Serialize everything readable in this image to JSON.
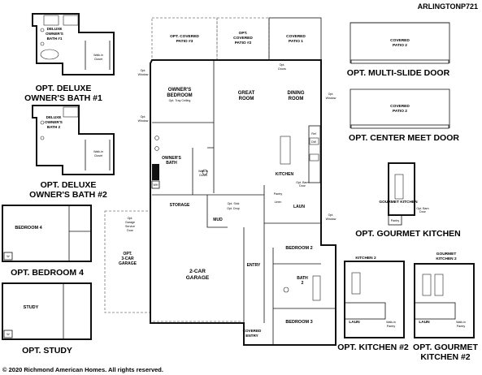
{
  "plan_code": "ARLINGTONP721",
  "copyright": "© 2020 Richmond American Homes. All rights reserved.",
  "captions": {
    "deluxe_bath_1": [
      "OPT. DELUXE",
      "OWNER'S BATH #1"
    ],
    "deluxe_bath_2": [
      "OPT. DELUXE",
      "OWNER'S BATH #2"
    ],
    "bedroom_4": "OPT. BEDROOM 4",
    "study": "OPT. STUDY",
    "multi_slide": "OPT. MULTI-SLIDE DOOR",
    "center_meet": "OPT. CENTER MEET DOOR",
    "gourmet_kitchen": "OPT. GOURMET KITCHEN",
    "kitchen_2": "OPT. KITCHEN #2",
    "gourmet_kitchen_2": [
      "OPT. GOURMET",
      "KITCHEN #2"
    ]
  },
  "rooms": {
    "owners_bedroom": [
      "OWNER'S",
      "BEDROOM"
    ],
    "owners_bedroom_note": "Opt. Tray Ceiling",
    "great_room": [
      "GREAT",
      "ROOM"
    ],
    "dining_room": [
      "DINING",
      "ROOM"
    ],
    "owners_bath": [
      "OWNER'S",
      "BATH"
    ],
    "kitchen": "KITCHEN",
    "storage": "STORAGE",
    "garage": [
      "2-CAR",
      "GARAGE"
    ],
    "opt_garage": [
      "OPT.",
      "3-CAR",
      "GARAGE"
    ],
    "mud": "MUD",
    "laun": "LAUN",
    "entry": "ENTRY",
    "covered_entry": [
      "COVERED",
      "ENTRY"
    ],
    "bedroom_2": "BEDROOM 2",
    "bedroom_3": "BEDROOM 3",
    "bath_2": [
      "BATH",
      "2"
    ],
    "bedroom_4": "BEDROOM 4",
    "study": "STUDY",
    "deluxe_bath_1": [
      "DELUXE",
      "OWNER'S",
      "BATH #1"
    ],
    "deluxe_bath_2": [
      "DELUXE",
      "OWNER'S",
      "BATH 2"
    ],
    "gourmet_kitchen": "GOURMET KITCHEN",
    "kitchen_2": "KITCHEN 2",
    "gourmet_kitchen_2": [
      "GOURMET",
      "KITCHEN 2"
    ]
  },
  "patios": {
    "covered_3": [
      "OPT. COVERED",
      "PATIO #3"
    ],
    "covered_2": [
      "OPT.",
      "COVERED",
      "PATIO #2"
    ],
    "covered_1": [
      "COVERED",
      "PATIO 1"
    ],
    "multi_slide": [
      "COVERED",
      "PATIO 2"
    ],
    "center_meet": [
      "COVERED",
      "PATIO 2"
    ]
  },
  "labels": {
    "walk_in_closet": [
      "Walk-in",
      "Closet"
    ],
    "opt_window": [
      "Opt.",
      "Window"
    ],
    "opt_doors": [
      "Opt.",
      "Doors"
    ],
    "opt_barn_door": [
      "Opt. Barn",
      "Door"
    ],
    "pantry": "Pantry",
    "linen": "Linen",
    "ref": "Ref",
    "dw": "DW",
    "wh": "WH",
    "w": "W",
    "opt_garage_service_door": [
      "Opt.",
      "Garage",
      "Service",
      "Door"
    ],
    "opt_sink": "Opt. Sink",
    "opt_drop": "Opt. Drop",
    "opt_cabinets": "Opt. Cabinets",
    "walk_in_pantry": [
      "Walk-in",
      "Pantry"
    ]
  }
}
